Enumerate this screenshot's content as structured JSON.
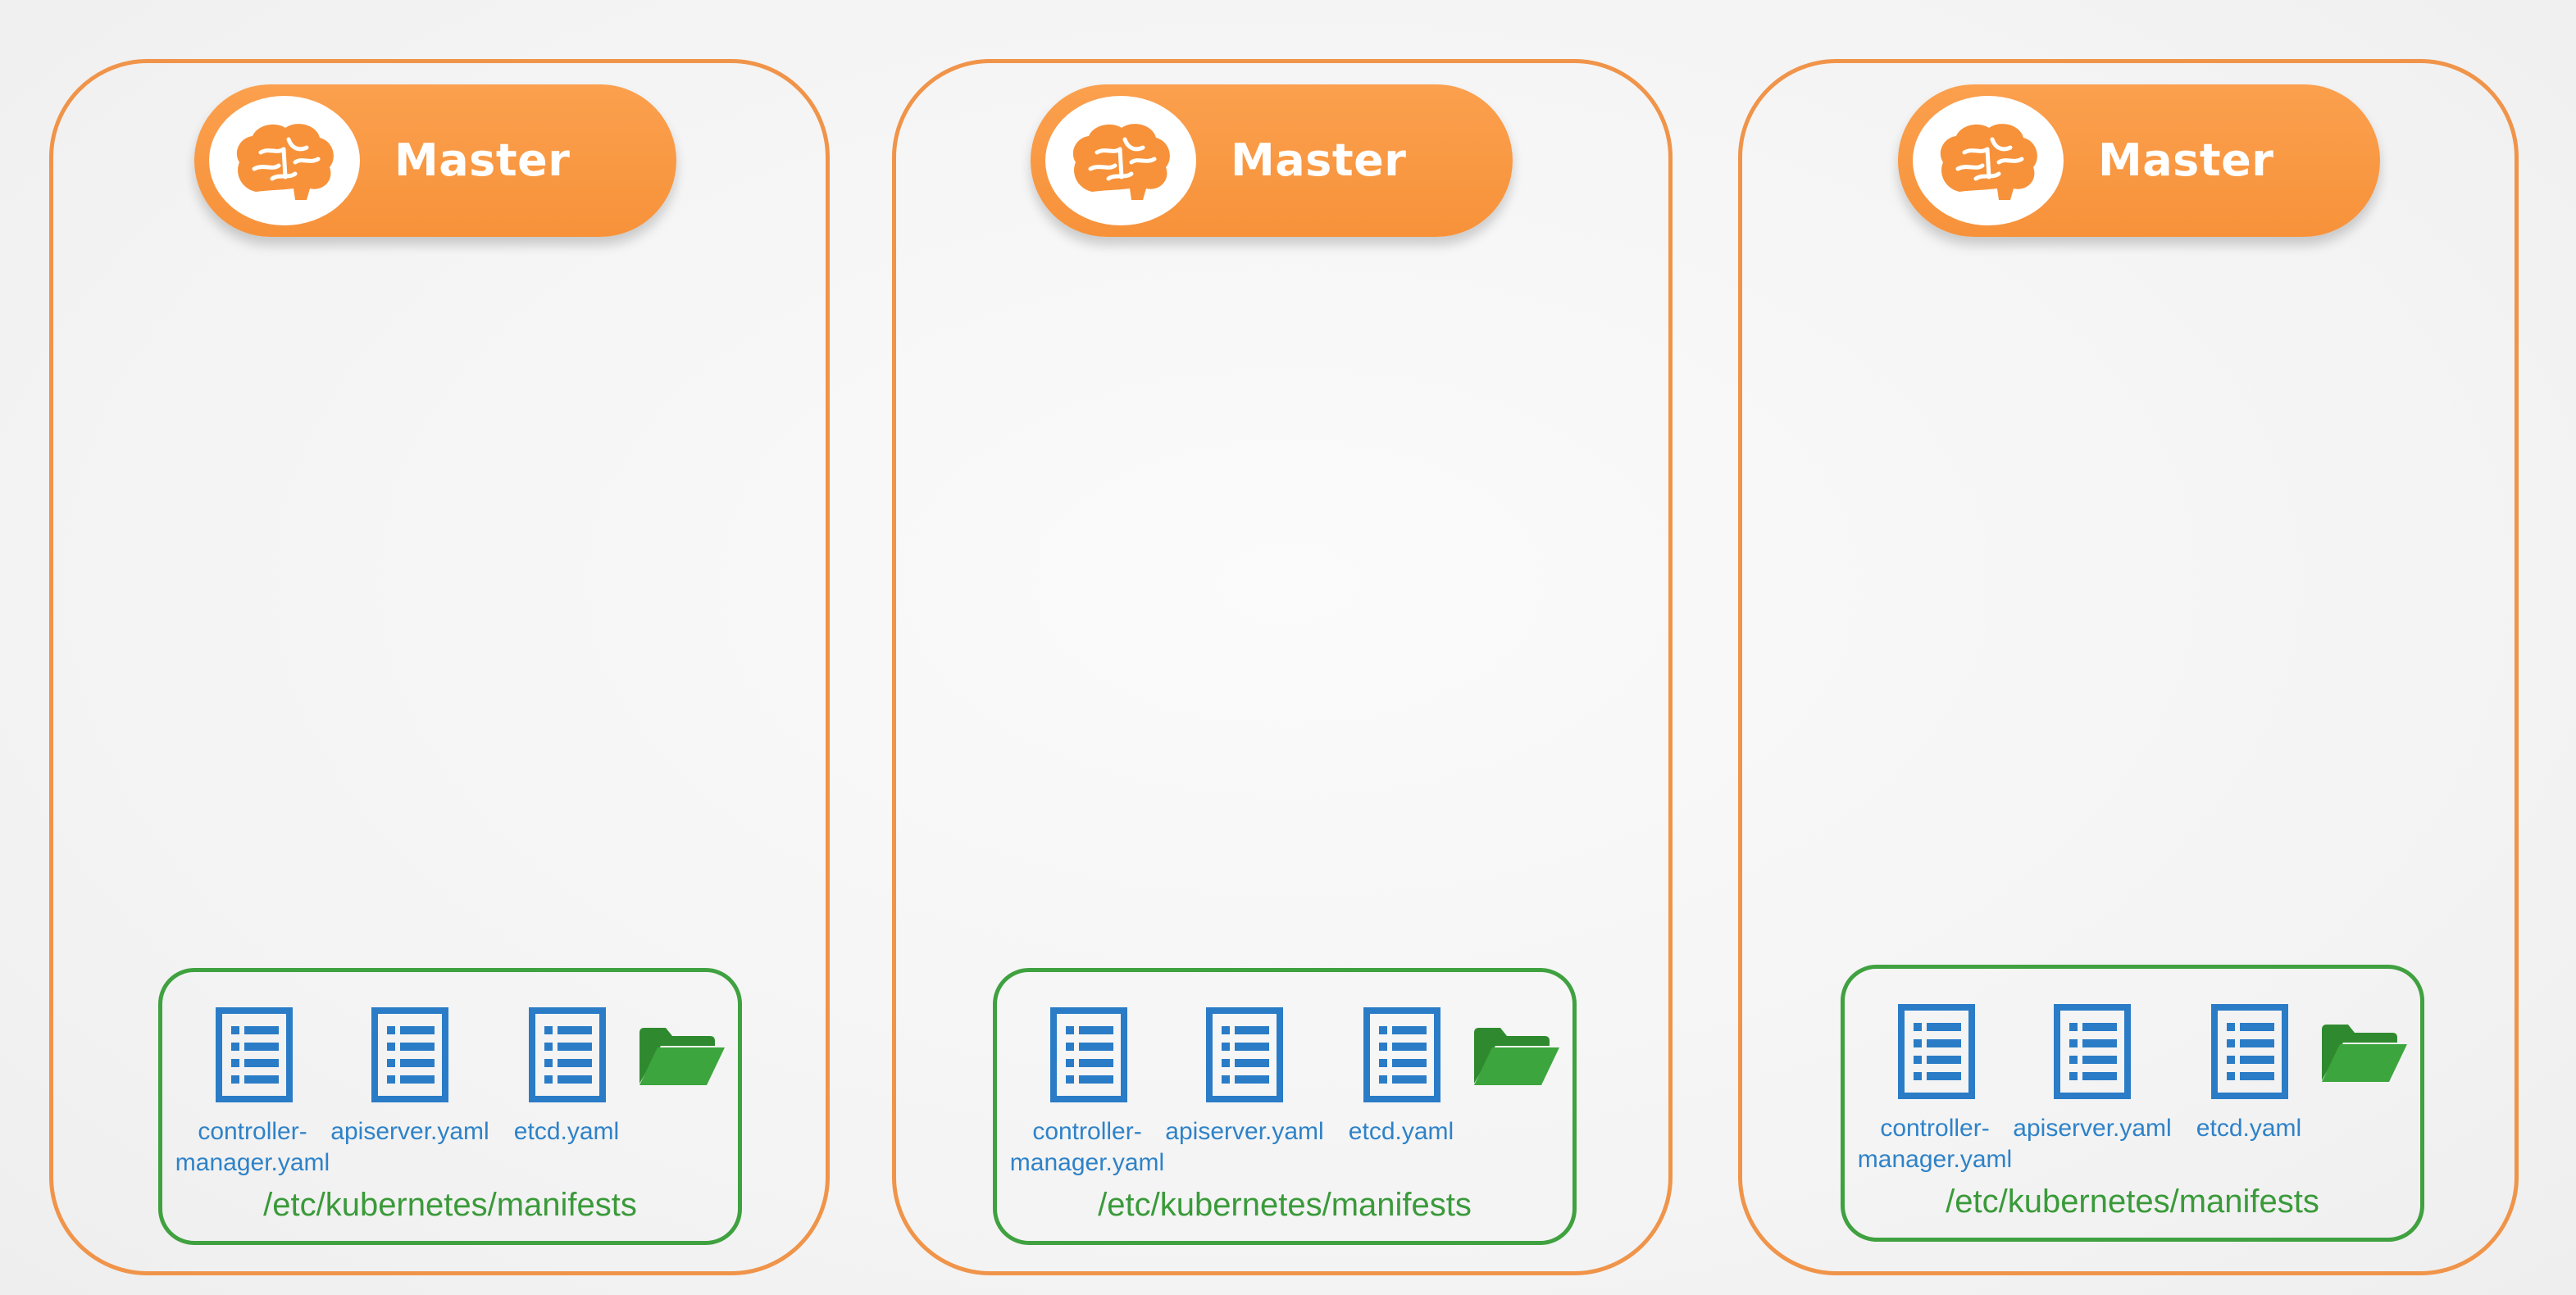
{
  "colors": {
    "node_border": "#f0944a",
    "master_fill": "#f7923a",
    "manifest_border": "#3fa13f",
    "file_icon": "#2a7cc7",
    "folder_icon": "#3c9a3c",
    "file_label": "#2e82c8",
    "path_label": "#3a9a3a"
  },
  "nodes": [
    {
      "master_label": "Master",
      "icon": "brain-icon",
      "files": [
        {
          "label_line1": "controller-",
          "label_line2": "manager.yaml",
          "icon": "file-list-icon"
        },
        {
          "label_line1": "apiserver.yaml",
          "label_line2": "",
          "icon": "file-list-icon"
        },
        {
          "label_line1": "etcd.yaml",
          "label_line2": "",
          "icon": "file-list-icon"
        }
      ],
      "folder_icon": "folder-open-icon",
      "path": "/etc/kubernetes/manifests"
    },
    {
      "master_label": "Master",
      "icon": "brain-icon",
      "files": [
        {
          "label_line1": "controller-",
          "label_line2": "manager.yaml",
          "icon": "file-list-icon"
        },
        {
          "label_line1": "apiserver.yaml",
          "label_line2": "",
          "icon": "file-list-icon"
        },
        {
          "label_line1": "etcd.yaml",
          "label_line2": "",
          "icon": "file-list-icon"
        }
      ],
      "folder_icon": "folder-open-icon",
      "path": "/etc/kubernetes/manifests"
    },
    {
      "master_label": "Master",
      "icon": "brain-icon",
      "files": [
        {
          "label_line1": "controller-",
          "label_line2": "manager.yaml",
          "icon": "file-list-icon"
        },
        {
          "label_line1": "apiserver.yaml",
          "label_line2": "",
          "icon": "file-list-icon"
        },
        {
          "label_line1": "etcd.yaml",
          "label_line2": "",
          "icon": "file-list-icon"
        }
      ],
      "folder_icon": "folder-open-icon",
      "path": "/etc/kubernetes/manifests"
    }
  ]
}
